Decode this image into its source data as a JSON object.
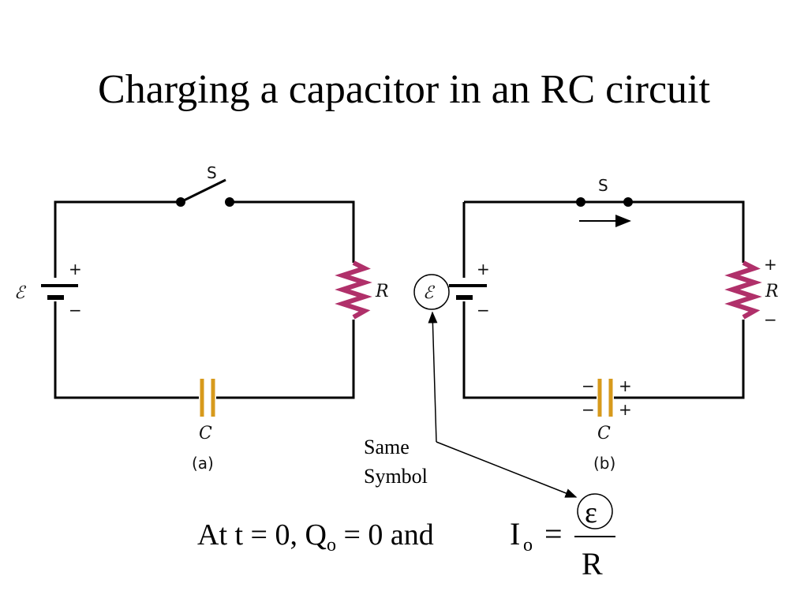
{
  "title": "Charging a capacitor in an RC circuit",
  "colors": {
    "wire": "#000000",
    "resistor": "#b0306a",
    "capacitor": "#d79a1c"
  },
  "circuit_a": {
    "switch_label": "S",
    "emf_symbol": "ℰ",
    "plus": "+",
    "minus": "−",
    "resistor_label": "R",
    "capacitor_label": "C",
    "caption": "(a)"
  },
  "circuit_b": {
    "switch_label": "S",
    "emf_symbol": "ℰ",
    "plus": "+",
    "minus": "−",
    "resistor_label": "R",
    "resistor_plus": "+",
    "resistor_minus": "−",
    "cap_left_top": "−",
    "cap_left_bottom": "−",
    "cap_right_top": "+",
    "cap_right_bottom": "+",
    "capacitor_label": "C",
    "caption": "(b)"
  },
  "annotation": {
    "line1": "Same",
    "line2": "Symbol"
  },
  "equation": {
    "prefix": "At t = 0, Q",
    "sub_o": "o",
    "middle": " = 0 and",
    "current": "I",
    "current_sub": "o",
    "equals": "=",
    "numerator": "ε",
    "denominator": "R"
  }
}
